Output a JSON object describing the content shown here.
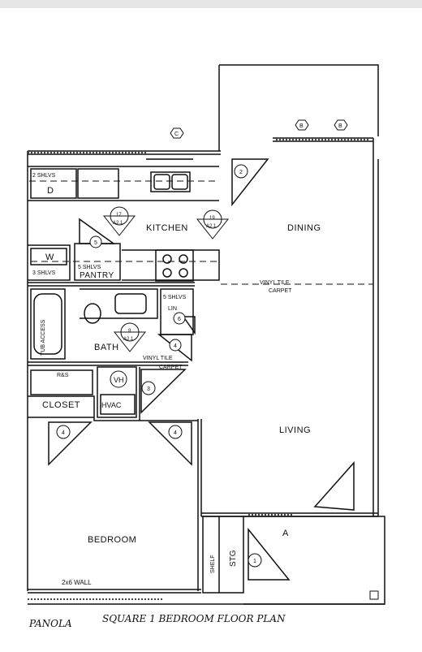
{
  "rooms": {
    "kitchen": "KITCHEN",
    "dining": "DINING",
    "living": "LIVING",
    "bath": "BATH",
    "closet": "CLOSET",
    "bedroom": "BEDROOM",
    "pantry": "PANTRY"
  },
  "fixtures": {
    "d": "D",
    "w": "W",
    "shelves_2": "2 SHLVS",
    "shelves_3": "3 SHLVS",
    "shelves_5_pantry": "5 SHLVS",
    "shelves_5_lin": "5 SHLVS",
    "lin": "LIN",
    "tub_access": "TUB ACCESS",
    "rs": "R&S",
    "vh": "VH",
    "hvac": "HVAC",
    "shelf": "SHELF",
    "stg": "STG",
    "vinyl_tile": "VINYL TILE",
    "carpet": "CARPET",
    "vinyl_tile_bath": "VINYL TILE",
    "carpet_bath": "CARPET",
    "wall_note": "2x6 WALL"
  },
  "markers": {
    "elev_c": "C",
    "elev_b1": "B",
    "elev_b2": "B",
    "elev_a": "A",
    "door_1": "1",
    "door_2": "2",
    "door_3": "3",
    "door_4a": "4",
    "door_4b": "4",
    "door_4c": "4",
    "door_5": "5",
    "door_6": "6",
    "sec_17_num": "17",
    "sec_17_ref": "A2.1",
    "sec_19_num": "19",
    "sec_19_ref": "A2.1",
    "sec_9_num": "9",
    "sec_9_ref": "A2.1"
  },
  "caption": {
    "left": "PANOLA",
    "title": "SQUARE 1 BEDROOM FLOOR PLAN"
  }
}
